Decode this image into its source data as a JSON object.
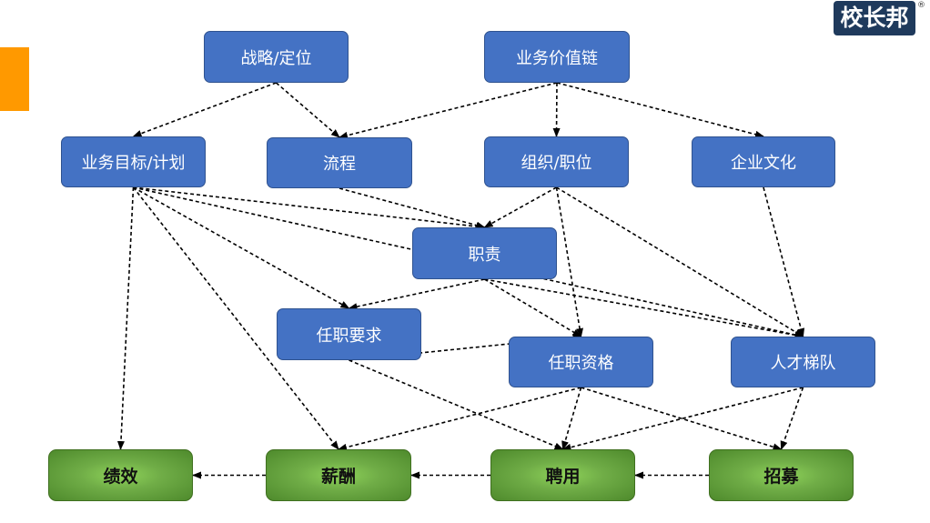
{
  "logo": {
    "text": "校长邦",
    "reg_mark": "®"
  },
  "nodes": {
    "strategy": "战略/定位",
    "value_chain": "业务价值链",
    "goals": "业务目标/计划",
    "process": "流程",
    "org": "组织/职位",
    "culture": "企业文化",
    "duty": "职责",
    "job_req": "任职要求",
    "qualification": "任职资格",
    "talent": "人才梯队",
    "performance": "绩效",
    "salary": "薪酬",
    "hiring": "聘用",
    "recruit": "招募"
  },
  "edges": [
    [
      "strategy",
      "goals"
    ],
    [
      "strategy",
      "process"
    ],
    [
      "value_chain",
      "process"
    ],
    [
      "value_chain",
      "org"
    ],
    [
      "value_chain",
      "culture"
    ],
    [
      "goals",
      "duty"
    ],
    [
      "goals",
      "job_req"
    ],
    [
      "goals",
      "talent"
    ],
    [
      "goals",
      "performance"
    ],
    [
      "goals",
      "salary"
    ],
    [
      "process",
      "duty"
    ],
    [
      "org",
      "duty"
    ],
    [
      "org",
      "qualification"
    ],
    [
      "org",
      "talent"
    ],
    [
      "culture",
      "talent"
    ],
    [
      "duty",
      "job_req"
    ],
    [
      "duty",
      "qualification"
    ],
    [
      "duty",
      "talent"
    ],
    [
      "job_req",
      "qualification"
    ],
    [
      "job_req",
      "hiring"
    ],
    [
      "qualification",
      "salary"
    ],
    [
      "qualification",
      "hiring"
    ],
    [
      "qualification",
      "recruit"
    ],
    [
      "talent",
      "hiring"
    ],
    [
      "talent",
      "recruit"
    ],
    [
      "recruit",
      "hiring"
    ],
    [
      "hiring",
      "salary"
    ],
    [
      "salary",
      "performance"
    ]
  ],
  "colors": {
    "accent": "#FF9900",
    "node_blue": "#4472C4",
    "node_green": "#70AD47",
    "logo_bg": "#1F3A5C"
  }
}
